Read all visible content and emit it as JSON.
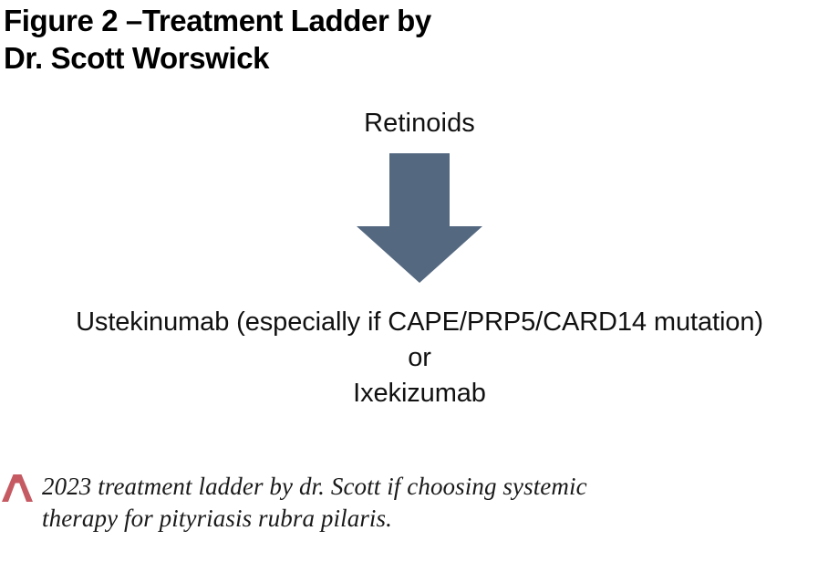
{
  "figure": {
    "title": "Figure 2 –Treatment Ladder by\nDr. Scott Worswick",
    "ladder": {
      "top_step": "Retinoids",
      "arrow_label": "down-arrow",
      "bottom_step_lines": [
        "Ustekinumab (especially if CAPE/PRP5/CARD14 mutation)",
        "or",
        "Ixekizumab"
      ]
    },
    "caption": {
      "marker_icon": "chevron-up-icon",
      "text": "2023 treatment ladder by dr. Scott if choosing systemic\ntherapy for pityriasis rubra pilaris."
    }
  },
  "colors": {
    "background": "#ffffff",
    "text": "#000000",
    "arrow_fill": "#546880",
    "caption_marker": "#c55a63",
    "caption_text": "#1a1a1a"
  }
}
